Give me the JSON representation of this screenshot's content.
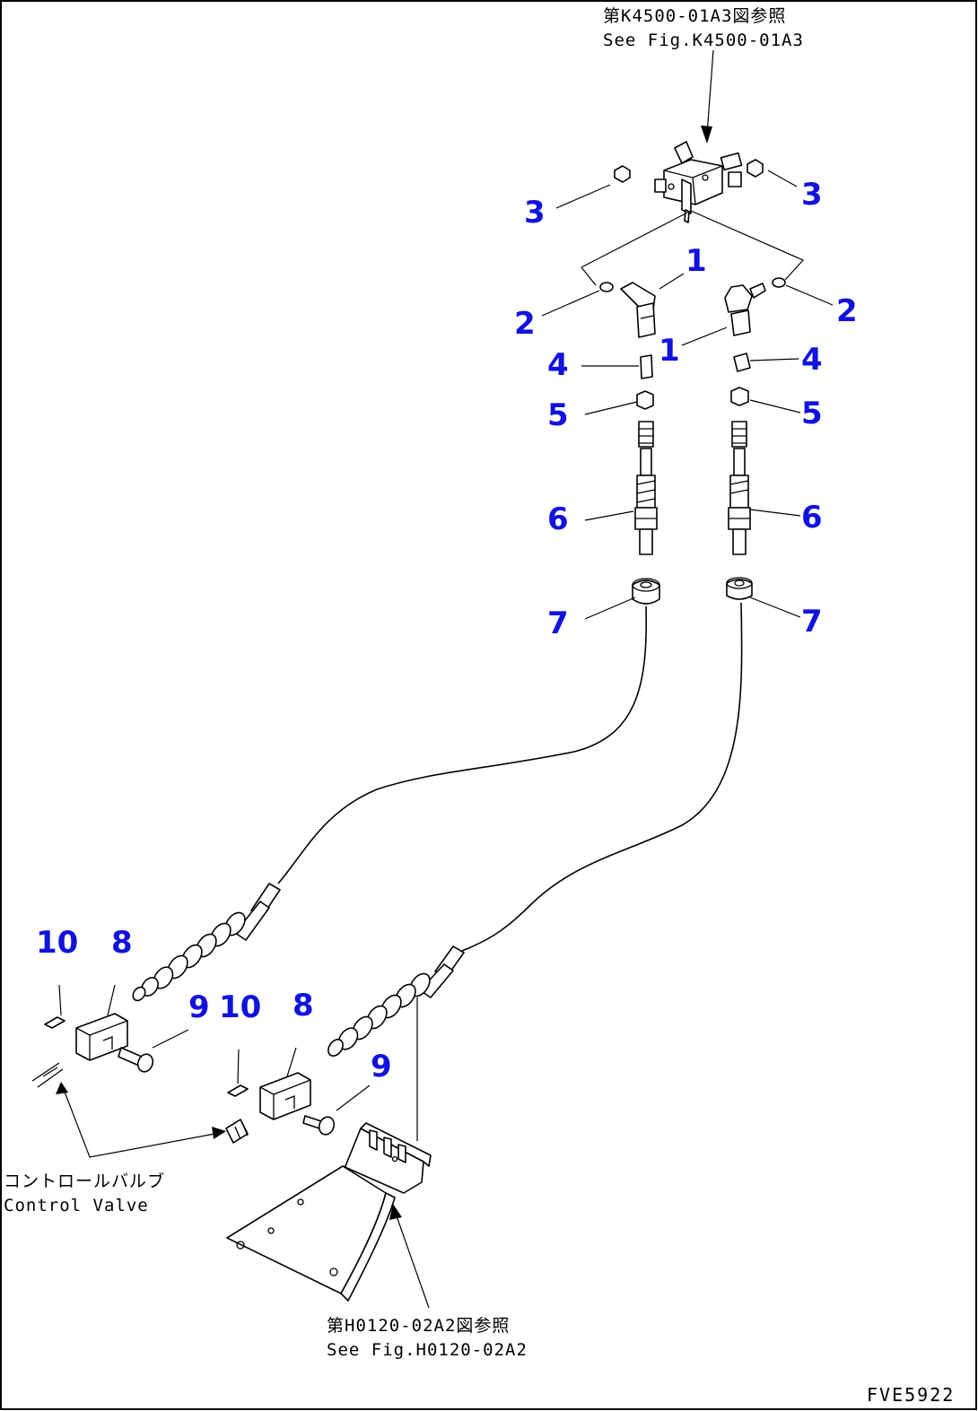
{
  "references": {
    "top_jp": "第K4500-01A3図参照",
    "top_en": "See Fig.K4500-01A3",
    "bottom_jp": "第H0120-02A2図参照",
    "bottom_en": "See Fig.H0120-02A2",
    "valve_jp": "コントロールバルブ",
    "valve_en": "Control Valve"
  },
  "figure_code": "FVE5922",
  "callouts": [
    "1",
    "1",
    "2",
    "2",
    "3",
    "3",
    "4",
    "4",
    "5",
    "5",
    "6",
    "6",
    "7",
    "7",
    "8",
    "8",
    "9",
    "9",
    "10",
    "10"
  ],
  "colors": {
    "callout": "#1212dd",
    "line": "#000000",
    "background": "#ffffff"
  }
}
